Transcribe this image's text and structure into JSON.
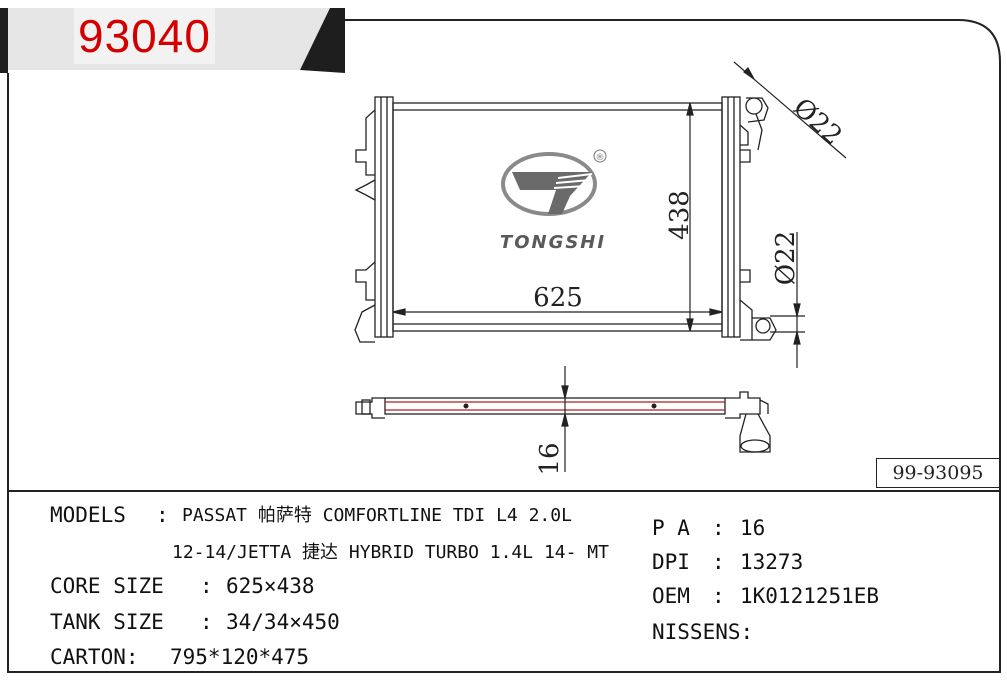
{
  "part_number": "93040",
  "reference_code": "99-93095",
  "logo": {
    "brand": "TONGSHI",
    "registered": "®"
  },
  "dimensions": {
    "width": "625",
    "height": "438",
    "inlet_diameter": "Ø22",
    "outlet_diameter": "Ø22",
    "thickness": "16"
  },
  "specs": {
    "models_label": "MODELS",
    "models_line1": "PASSAT 帕萨特 COMFORTLINE TDI L4 2.0L",
    "models_line2": "12-14/JETTA 捷达 HYBRID TURBO 1.4L 14- MT",
    "core_size_label": "CORE SIZE",
    "core_size_value": "625×438",
    "tank_size_label": "TANK SIZE",
    "tank_size_value": "34/34×450",
    "carton_label": "CARTON:",
    "carton_value": "795*120*475",
    "pa_label": "P A",
    "pa_value": "16",
    "dpi_label": "DPI",
    "dpi_value": "13273",
    "oem_label": "OEM",
    "oem_value": "1K0121251EB",
    "nissens_label": "NISSENS:",
    "separator": ":"
  },
  "colors": {
    "part_number": "#d40000",
    "line": "#222222",
    "hose": "#b02020"
  }
}
